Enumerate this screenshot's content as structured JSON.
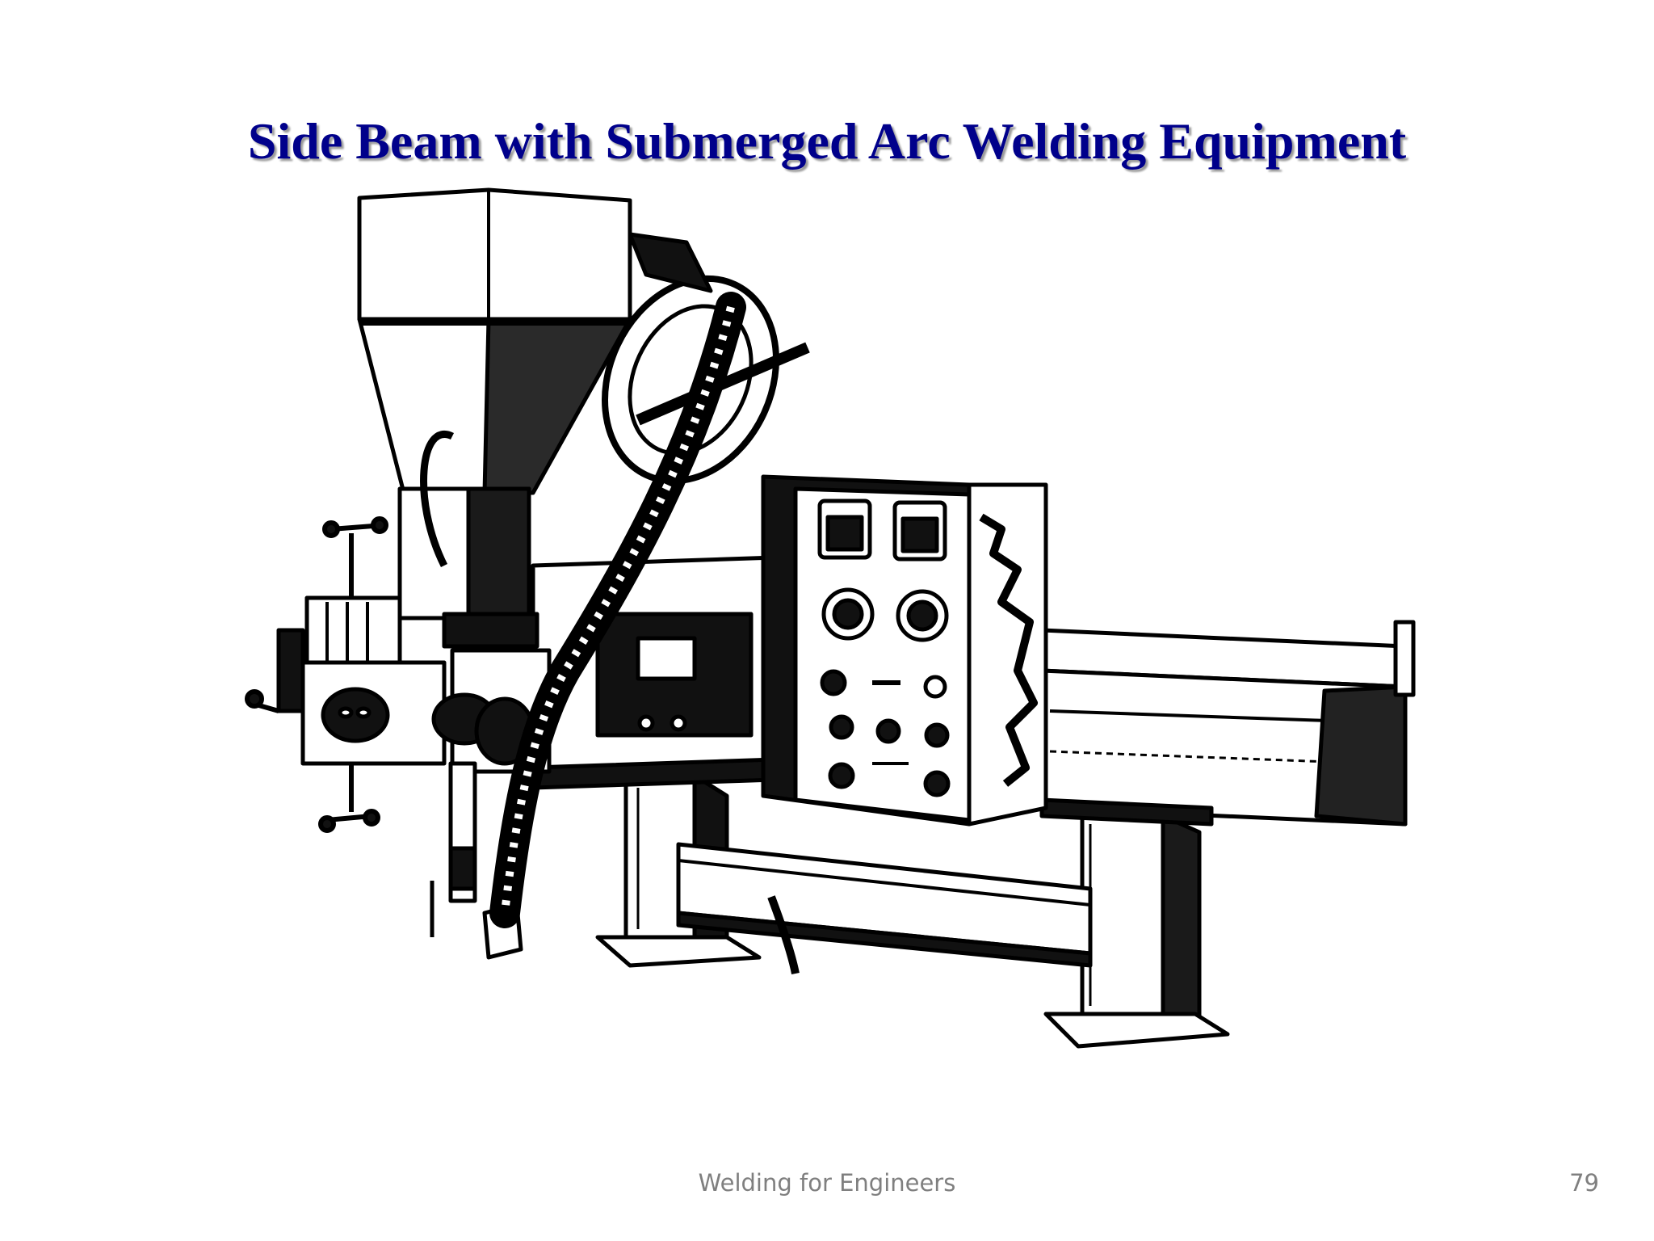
{
  "slide": {
    "title": "Side Beam with Submerged Arc Welding Equipment",
    "footer": "Welding for Engineers",
    "page_number": "79"
  },
  "illustration": {
    "subject": "submerged-arc-welding-machine",
    "ink_color": "#000000",
    "paper_color": "#ffffff"
  }
}
